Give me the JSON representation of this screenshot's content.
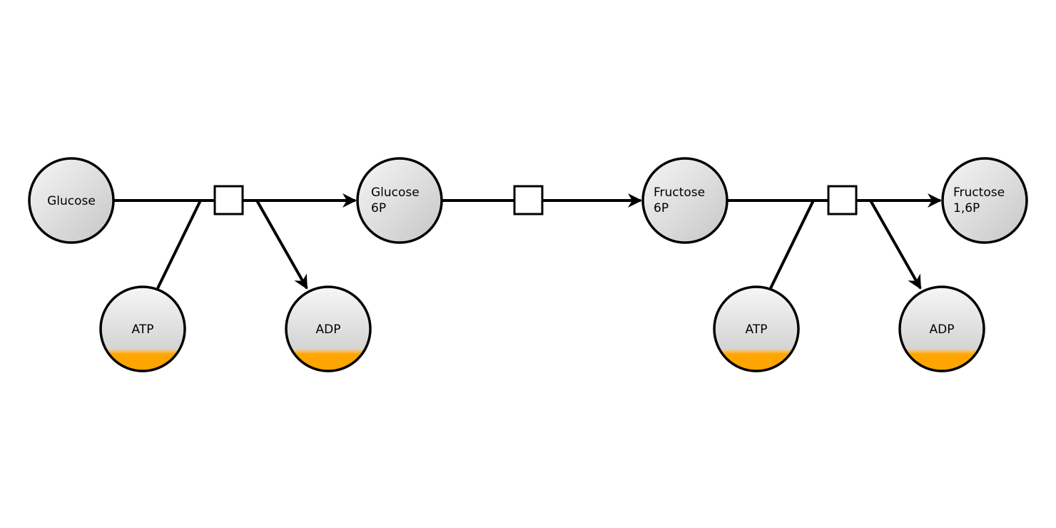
{
  "diagram": {
    "title": "Glycolysis preparatory phase (partial)",
    "colors": {
      "background": "#ffffff",
      "stroke": "#000000",
      "node_fill_light": "#f4f4f4",
      "node_fill_dark": "#c8c8c8",
      "cofactor_accent": "#ffa500",
      "process_fill": "#ffffff"
    },
    "metabolites": [
      {
        "id": "glucose",
        "lines": [
          "Glucose"
        ]
      },
      {
        "id": "glucose-6p",
        "lines": [
          "Glucose",
          "6P"
        ]
      },
      {
        "id": "fructose-6p",
        "lines": [
          "Fructose",
          "6P"
        ]
      },
      {
        "id": "fructose-1-6p",
        "lines": [
          "Fructose",
          "1,6P"
        ]
      }
    ],
    "cofactors": [
      {
        "id": "atp-1",
        "label": "ATP",
        "role": "consumed",
        "reaction": 1
      },
      {
        "id": "adp-1",
        "label": "ADP",
        "role": "produced",
        "reaction": 1
      },
      {
        "id": "atp-2",
        "label": "ATP",
        "role": "consumed",
        "reaction": 3
      },
      {
        "id": "adp-2",
        "label": "ADP",
        "role": "produced",
        "reaction": 3
      }
    ],
    "reactions": [
      {
        "id": 1,
        "from": "glucose",
        "to": "glucose-6p",
        "consumes": "atp-1",
        "produces": "adp-1"
      },
      {
        "id": 2,
        "from": "glucose-6p",
        "to": "fructose-6p"
      },
      {
        "id": 3,
        "from": "fructose-6p",
        "to": "fructose-1-6p",
        "consumes": "atp-2",
        "produces": "adp-2"
      }
    ]
  }
}
